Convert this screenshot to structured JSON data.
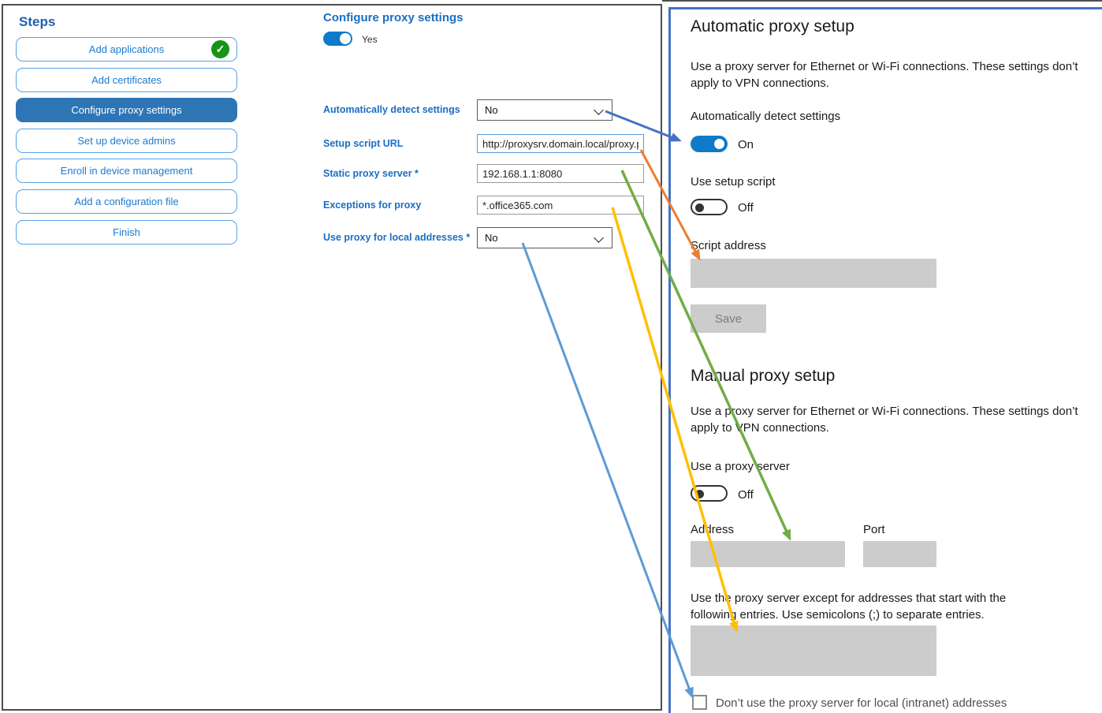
{
  "steps_panel": {
    "title": "Steps",
    "items": [
      {
        "label": "Add applications",
        "status": "completed"
      },
      {
        "label": "Add certificates",
        "status": "normal"
      },
      {
        "label": "Configure proxy settings",
        "status": "active"
      },
      {
        "label": "Set up device admins",
        "status": "normal"
      },
      {
        "label": "Enroll in device management",
        "status": "normal"
      },
      {
        "label": "Add a configuration file",
        "status": "normal"
      },
      {
        "label": "Finish",
        "status": "normal"
      }
    ]
  },
  "icons": {
    "check": "✓"
  },
  "proxy_form": {
    "title": "Configure proxy settings",
    "enabled_toggle": {
      "state": "on",
      "label": "Yes"
    },
    "fields": [
      {
        "label": "Automatically detect settings",
        "type": "dropdown",
        "value": "No"
      },
      {
        "label": "Setup script URL",
        "type": "text",
        "value": "http://proxysrv.domain.local/proxy.pa"
      },
      {
        "label": "Static proxy server *",
        "type": "text",
        "value": "192.168.1.1:8080"
      },
      {
        "label": "Exceptions for proxy",
        "type": "text",
        "value": "*.office365.com"
      },
      {
        "label": "Use proxy for local addresses *",
        "type": "dropdown",
        "value": "No"
      }
    ]
  },
  "settings_panel": {
    "automatic": {
      "heading": "Automatic proxy setup",
      "description": "Use a proxy server for Ethernet or Wi-Fi connections. These settings don’t apply to VPN connections.",
      "detect_label": "Automatically detect settings",
      "detect_state": "On",
      "script_toggle_label": "Use setup script",
      "script_toggle_state": "Off",
      "script_address_label": "Script address",
      "save_label": "Save"
    },
    "manual": {
      "heading": "Manual proxy setup",
      "description": "Use a proxy server for Ethernet or Wi-Fi connections. These settings don’t apply to VPN connections.",
      "proxy_toggle_label": "Use a proxy server",
      "proxy_toggle_state": "Off",
      "address_label": "Address",
      "port_label": "Port",
      "exceptions_text": "Use the proxy server except for addresses that start with the following entries. Use semicolons (;) to separate entries.",
      "checkbox_label": "Don’t use the proxy server for local (intranet) addresses",
      "checkbox_checked": false
    }
  },
  "colors": {
    "accent_blue": "#0f7ac9",
    "panel_border_blue": "#4472c4",
    "step_active_bg": "#2e75b6",
    "check_green": "#179417",
    "gray_fill": "#cccccc",
    "arrow_dark_blue": "#4472c4",
    "arrow_orange": "#ed7d31",
    "arrow_green": "#70ad47",
    "arrow_yellow": "#ffc000",
    "arrow_light_blue": "#5b9bd5"
  }
}
